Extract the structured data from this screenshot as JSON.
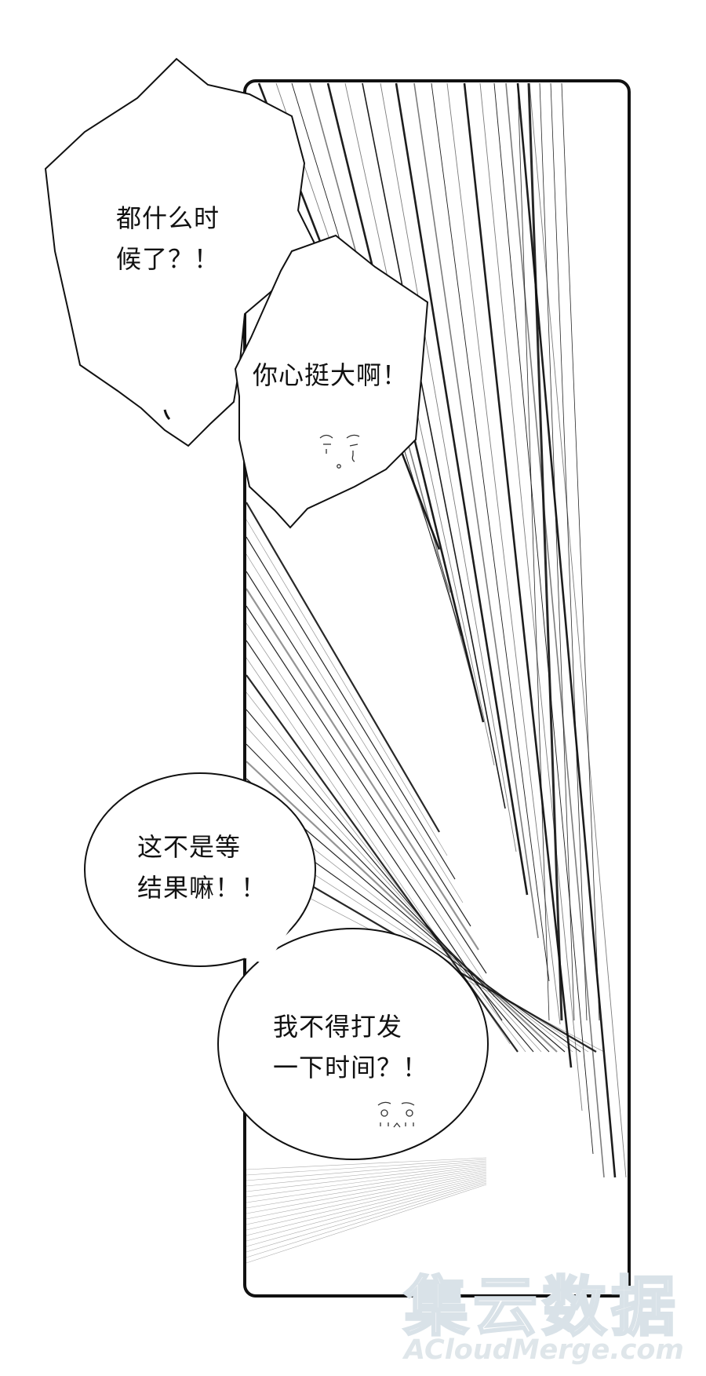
{
  "balloons": [
    {
      "lines": [
        "都什么时",
        "候了？！"
      ]
    },
    {
      "lines": [
        "你心挺大啊！"
      ]
    },
    {
      "lines": [
        "这不是等",
        "结果嘛！！"
      ]
    },
    {
      "lines": [
        "我不得打发",
        "一下时间？！"
      ]
    }
  ],
  "watermark": {
    "cn": "集云数据",
    "en": "ACloudMerge.com"
  },
  "colors": {
    "ink": "#111111",
    "paper": "#ffffff",
    "watermark": "#d9e2e8"
  }
}
